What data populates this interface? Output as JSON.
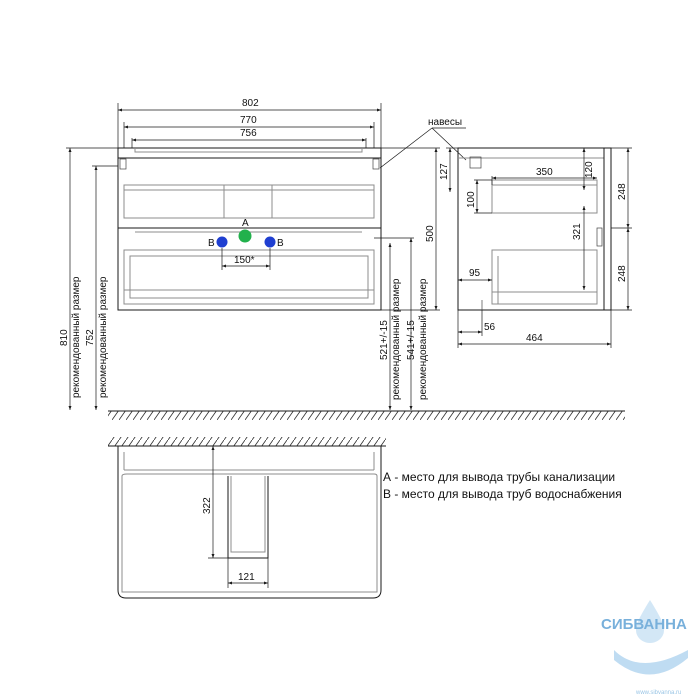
{
  "front_view": {
    "width_outer": "802",
    "width_mid": "770",
    "width_inner": "756",
    "hinges_label": "навесы",
    "height_total": "500",
    "drain_label": "A",
    "supply_label_left": "B",
    "supply_label_right": "B",
    "supply_spacing": "150*",
    "height_810": "810",
    "height_752": "752",
    "recommended_label": "рекомендованный размер",
    "height_521": "521+/-15",
    "height_541": "541+/-15",
    "colors": {
      "drain": "#22b14c",
      "supply": "#1f3fd1"
    }
  },
  "side_view": {
    "dim_127": "127",
    "dim_350": "350",
    "dim_120": "120",
    "dim_248_top": "248",
    "dim_100": "100",
    "dim_321": "321",
    "dim_248_bottom": "248",
    "dim_95": "95",
    "dim_56": "56",
    "dim_464": "464"
  },
  "top_view": {
    "dim_322": "322",
    "dim_121": "121"
  },
  "legend": {
    "line_a": "А - место для вывода трубы канализации",
    "line_b": "В - место для вывода труб водоснабжения"
  },
  "watermark": {
    "brand": "СИБВАННА",
    "url": "www.sibvanna.ru"
  }
}
